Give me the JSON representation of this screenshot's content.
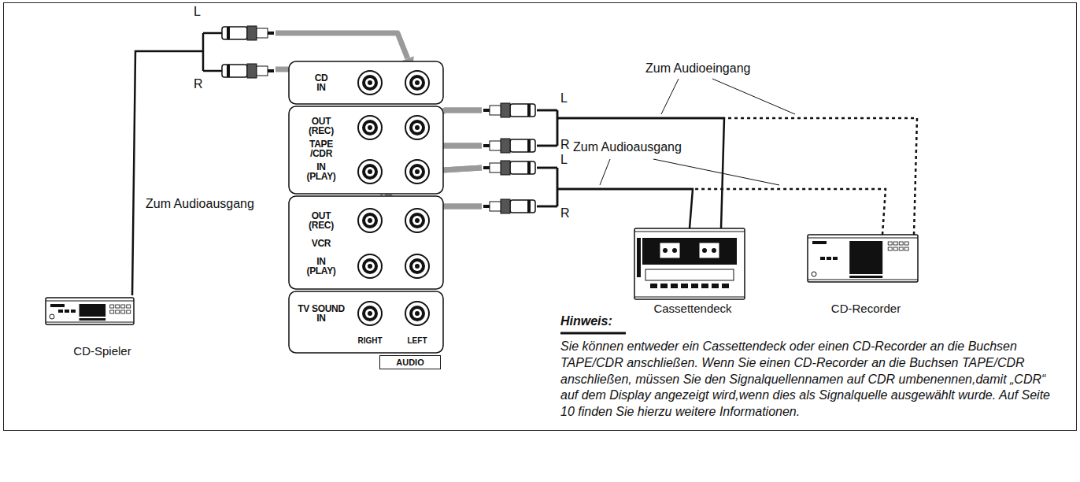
{
  "diagram": {
    "nodes": [
      {
        "text": [
          "CD-Spieler"
        ]
      },
      {
        "text": [
          "AUDIO"
        ]
      },
      {
        "text": [
          "Cassettendeck"
        ]
      },
      {
        "text": [
          "CD-Recorder"
        ]
      }
    ],
    "edges": [
      {
        "from": 0,
        "to": 1,
        "arrow": "to"
      },
      {
        "from": 2,
        "to": 1,
        "arrow": "to"
      },
      {
        "from": 2,
        "to": 1,
        "arrow": "to"
      },
      {
        "from": 3,
        "to": 1,
        "arrow": "to"
      },
      {
        "from": 3,
        "to": 1,
        "arrow": "to"
      }
    ],
    "labels": [
      "L",
      "R",
      "CD IN",
      "OUT (REC)",
      "TAPE /CDR",
      "IN (PLAY)",
      "OUT (REC)",
      "VCR",
      "IN (PLAY)",
      "TV SOUND IN",
      "RIGHT",
      "LEFT",
      "Zum Audioeingang",
      "L",
      "R",
      "Zum Audioausgang",
      "L",
      "R",
      "Zum Audioausgang",
      "Hinweis:",
      "Sie können entweder ein Cassettendeck oder einen CD-Recorder an die Buchsen TAPE/CDR anschließen. Wenn Sie einen CD-Recorder an die Buchsen TAPE/CDR anschließen, müssen Sie den Signalquellennamen auf CDR umbenennen,damit „CDR“ auf dem Display angezeigt wird,wenn dies als Signalquelle ausgewählt wurde. Auf Seite 10 finden Sie hierzu weitere Informationen."
    ]
  }
}
